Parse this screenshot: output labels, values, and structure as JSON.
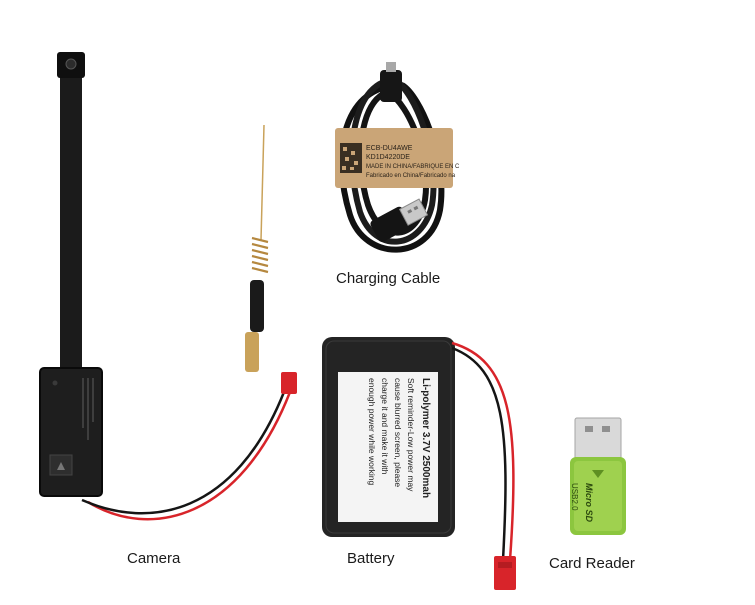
{
  "captions": {
    "camera": "Camera",
    "charging_cable": "Charging Cable",
    "battery": "Battery",
    "card_reader": "Card Reader"
  },
  "cable_label": {
    "line1": "ECB-DU4AWE",
    "line2": "KD1D4220DE",
    "line3": "MADE IN CHINA/FABRIQUE EN C",
    "line4": "Fabricado en China/Fabricado na"
  },
  "battery_label": {
    "line1": "Li-polymer 3.7V 2500mah",
    "line2": "Soft reminder-Low power may",
    "line3": "cause blurred screen, please",
    "line4": "charge it and make it with",
    "line5": "enough power while working"
  },
  "card_reader_label": {
    "line1": "Micro SD",
    "line2": "USB2.0"
  },
  "colors": {
    "background": "#ffffff",
    "device_black": "#1c1c1c",
    "wire_red": "#d8242a",
    "kraft_band": "#caa577",
    "reader_green": "#8cc63f",
    "antenna_brass": "#b5883f"
  }
}
